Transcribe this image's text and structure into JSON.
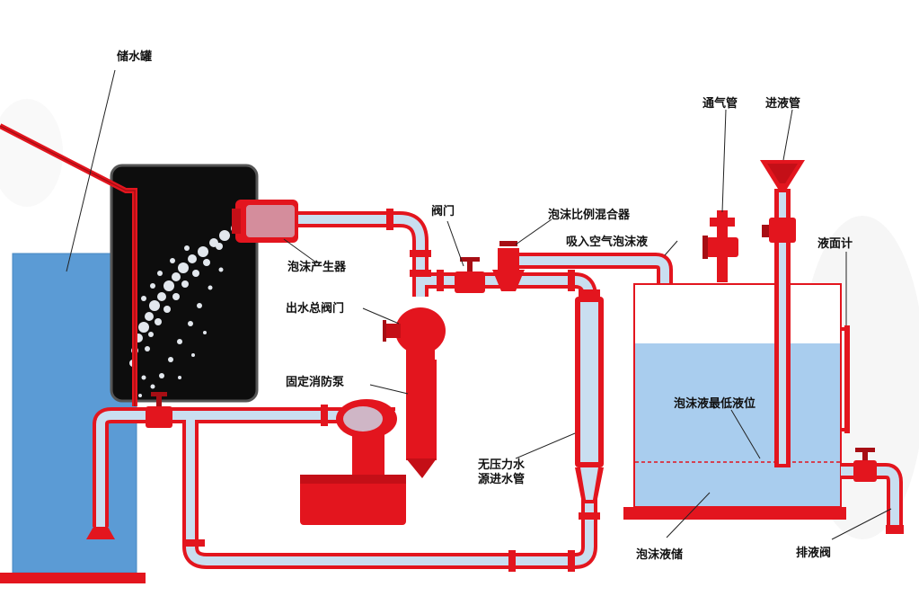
{
  "labels": {
    "water_tank": "储水罐",
    "foam_generator": "泡沫产生器",
    "main_outlet_valve": "出水总阀门",
    "fixed_fire_pump": "固定消防泵",
    "valve": "阀门",
    "foam_proportioner": "泡沫比例混合器",
    "foam_suction": "吸入空气泡沫液",
    "pressureless_inlet_line1": "无压力水",
    "pressureless_inlet_line2": "源进水管",
    "vent_pipe": "通气管",
    "fill_pipe": "进液管",
    "level_gauge": "液面计",
    "min_level": "泡沫液最低液位",
    "foam_tank": "泡沫液储",
    "drain_valve": "排液阀"
  },
  "colors": {
    "pipe_red": "#e3151e",
    "pipe_dark_red": "#a70e14",
    "pipe_inner": "#c9def0",
    "water_blue": "#5b9bd5",
    "foam_liquid": "#a9cdee",
    "enclosure": "#0d0d0d"
  }
}
